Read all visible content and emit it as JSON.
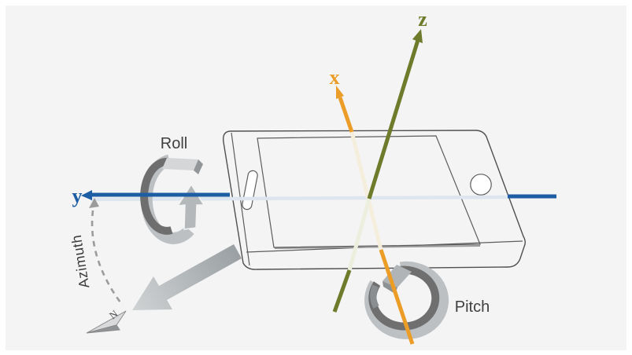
{
  "diagram": {
    "description": "Smartphone orientation axes diagram",
    "labels": {
      "x_axis": "x",
      "y_axis": "y",
      "z_axis": "z",
      "roll": "Roll",
      "pitch": "Pitch",
      "azimuth": "Azimuth",
      "north": "N"
    },
    "colors": {
      "x_axis": "#eb9d28",
      "y_axis": "#1c5da3",
      "z_axis": "#6d7b2b",
      "x_axis_faded": "#f5eedd",
      "y_axis_faded": "#dde6ee",
      "z_axis_faded": "#eceede",
      "rotation_gray": "#b4b8ba",
      "ring_dark": "#6e6e6e",
      "ring_light": "#bdc0c2",
      "text": "#3f3f3f",
      "background": "#f4f4f5"
    }
  }
}
